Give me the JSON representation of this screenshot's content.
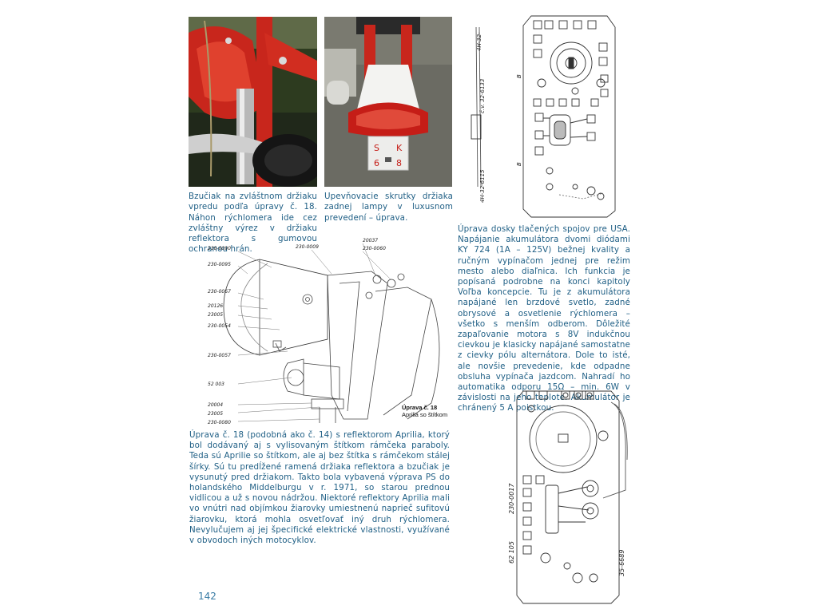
{
  "captions": {
    "buzzer": "Bzučiak na zvláštnom držiaku vpredu podľa úpravy č. 18. Náhon rýchlomera ide cez zvláštny výrez v držiaku reflektora s gumovou ochranou hrán.",
    "rear_lamp": "Upevňovacie skrutky držiaka zadnej lampy v luxusnom prevedení – úprava.",
    "usa_board": "Úprava dosky tlačených spojov pre USA. Napájanie akumulátora dvomi diódami KY 724 (1A – 125V) bežnej kvality a ručným vypínačom jednej pre režim mesto alebo diaľnica. Ich funkcia je popísaná podrobne na konci kapitoly Voľba koncepcie. Tu je z akumulátora napájané len brzdové svetlo, zadné obrysové a osvetlenie rýchlomera – všetko s menším odberom. Dôležité zapaľovanie motora s 8V indukčnou cievkou je klasicky napájané samostatne z cievky pólu alternátora. Dole to isté, ale novšie prevedenie, kde odpadne obsluha vypínača jazdcom. Nahradí ho automatika odporu 15Ω – min. 6W v závislosti na jeho teplote. Akumulátor je chránený 5 A poistkou.",
    "aprilia": "Úprava č. 18 (podobná ako č. 14) s reflektorom Aprilia, ktorý bol dodávaný aj s vylisovaným štítkom rámčeka paraboly. Teda sú Aprilie so štítkom, ale aj bez štítka s rámčekom stálej šírky. Sú tu predĺžené ramená držiaka reflektora a bzučiak je vysunutý pred držiakom. Takto bola vybavená výprava PS do holandského Middelburgu v r. 1971, so starou prednou vidlicou a už s novou nádržou. Niektoré reflektory Aprilia mali vo vnútri nad objímkou žiarovky umiestnenú naprieč sufitovú žiarovku, ktorá mohla osvetľovať iný druh rýchlomera. Nevylučujem aj jej špecifické elektrické vlastnosti, využívané v obvodoch iných motocyklov."
  },
  "figure_label": {
    "line1": "Úprava č. 18",
    "line2": "Aprilia so štítkom"
  },
  "drawing_labels": [
    "230-0090",
    "230-0095",
    "230-0067",
    "20126",
    "23005",
    "230-0054",
    "230-0057",
    "52 003",
    "20004",
    "23005",
    "230-0080",
    "230-0009",
    "20037",
    "230-0060"
  ],
  "board_labels": {
    "top": [
      "4H-32-",
      "č.v. 32-6133",
      "4H-32-6115",
      "B",
      "B"
    ],
    "bottom": [
      "230-0017",
      "62 105",
      "35-6689"
    ]
  },
  "rear_plate": [
    "S",
    "K",
    "6",
    "8"
  ],
  "page_number": "142",
  "colors": {
    "text": "#1f5f85",
    "page_number": "#3a7ca5",
    "moped_red": "#c8261c"
  }
}
